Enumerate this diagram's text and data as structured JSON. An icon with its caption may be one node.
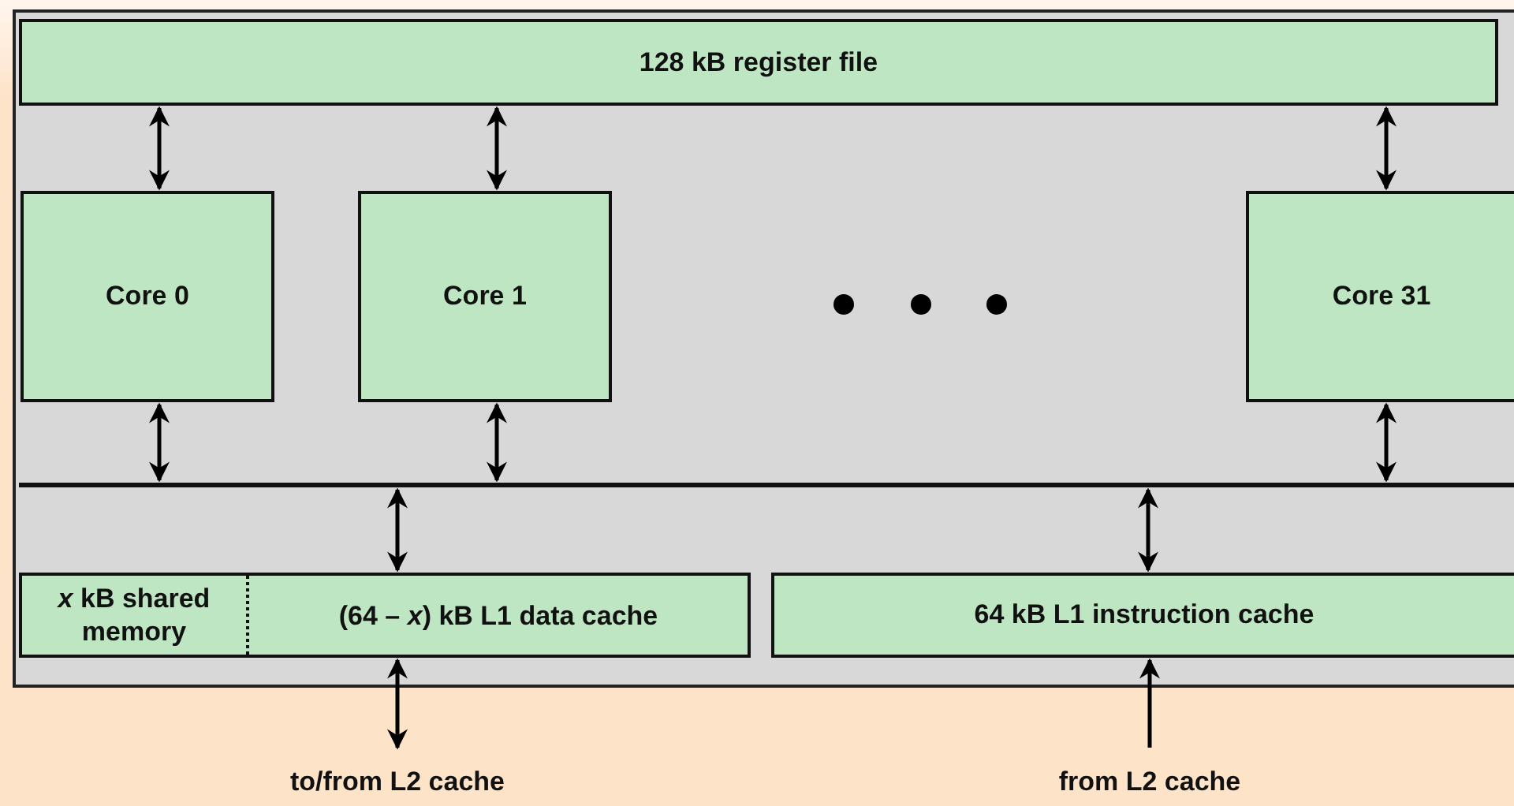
{
  "diagram": {
    "nodes": [
      {
        "text": [],
        "shape": "box"
      },
      {
        "text": [
          "128 kB register file"
        ],
        "in": 0
      },
      {
        "text": [
          "Core 0"
        ],
        "in": 0
      },
      {
        "text": [
          "Core 1"
        ],
        "in": 0
      },
      {
        "text": [
          "Core 31"
        ],
        "in": 0
      },
      {
        "text": [],
        "shape": "bar",
        "in": 0
      },
      {
        "text": [
          "*x* kB shared memory",
          "(64 – *x*) kB L1 data cache"
        ],
        "in": 0
      },
      {
        "text": [
          "64 kB L1 instruction cache"
        ],
        "in": 0
      },
      {
        "text": [
          "to/from L2 cache"
        ]
      },
      {
        "text": [
          "from L2 cache"
        ]
      }
    ],
    "edges": [
      {
        "from": 1,
        "to": 2,
        "arrow": "both"
      },
      {
        "from": 1,
        "to": 3,
        "arrow": "both"
      },
      {
        "from": 1,
        "to": 4,
        "arrow": "both"
      },
      {
        "from": 2,
        "to": 5,
        "arrow": "both"
      },
      {
        "from": 3,
        "to": 5,
        "arrow": "both"
      },
      {
        "from": 4,
        "to": 5,
        "arrow": "both"
      },
      {
        "from": 5,
        "to": 6,
        "arrow": "both"
      },
      {
        "from": 5,
        "to": 7,
        "arrow": "both"
      },
      {
        "from": 6,
        "to": 8,
        "arrow": "both"
      },
      {
        "from": 9,
        "to": 7,
        "arrow": "to"
      }
    ]
  }
}
